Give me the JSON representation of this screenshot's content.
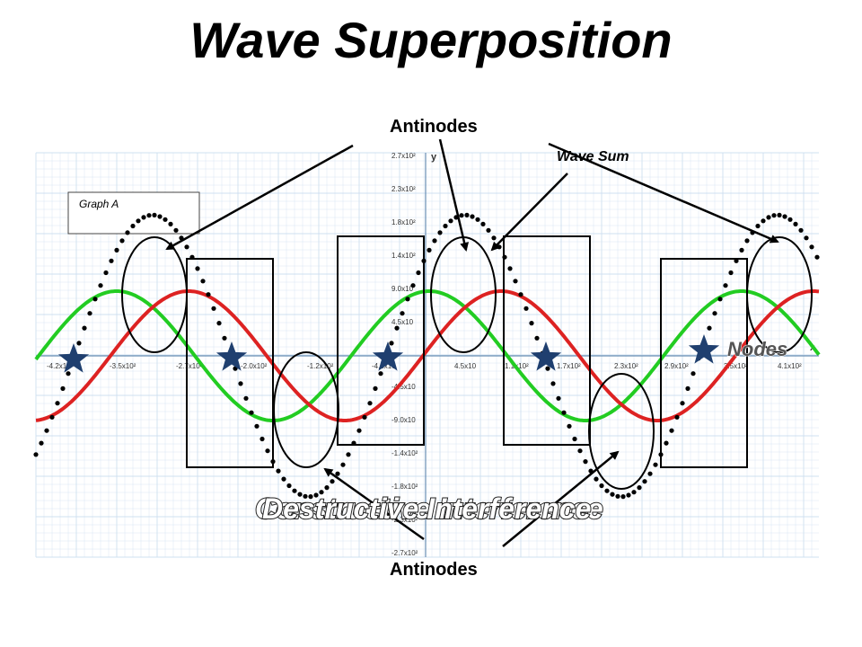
{
  "title": "Wave Superposition",
  "graph_box_label": "Graph A",
  "axis": {
    "y_label": "y",
    "x_label": "x",
    "y_ticks": [
      "2.7x10²",
      "2.3x10²",
      "1.8x10²",
      "1.4x10²",
      "9.0x10",
      "4.5x10",
      "-4.5x10",
      "-9.0x10",
      "-1.4x10²",
      "-1.8x10²",
      "-2.3x10²",
      "-2.7x10²"
    ],
    "x_ticks": [
      "-4.2x10²",
      "-3.5x10²",
      "-2.7x10²",
      "-2.0x10²",
      "-1.2x10²",
      "-4.5x10",
      "4.5x10",
      "1.1x10²",
      "1.7x10²",
      "2.3x10²",
      "2.9x10²",
      "3.5x10²",
      "4.1x10²"
    ]
  },
  "labels": {
    "antinodes_top": "Antinodes",
    "wave_sum": "Wave Sum",
    "nodes": "Nodes",
    "antinodes_bottom": "Antinodes",
    "constructive": "Constructive Interference",
    "destructive": "Destructive Interference"
  },
  "colors": {
    "green_wave": "#22cc22",
    "red_wave": "#dd2222",
    "sum_wave": "#000000",
    "star": "#1f3f6f",
    "grid": "#cfe0f0"
  },
  "icons": {
    "node_marker": "star-icon"
  }
}
